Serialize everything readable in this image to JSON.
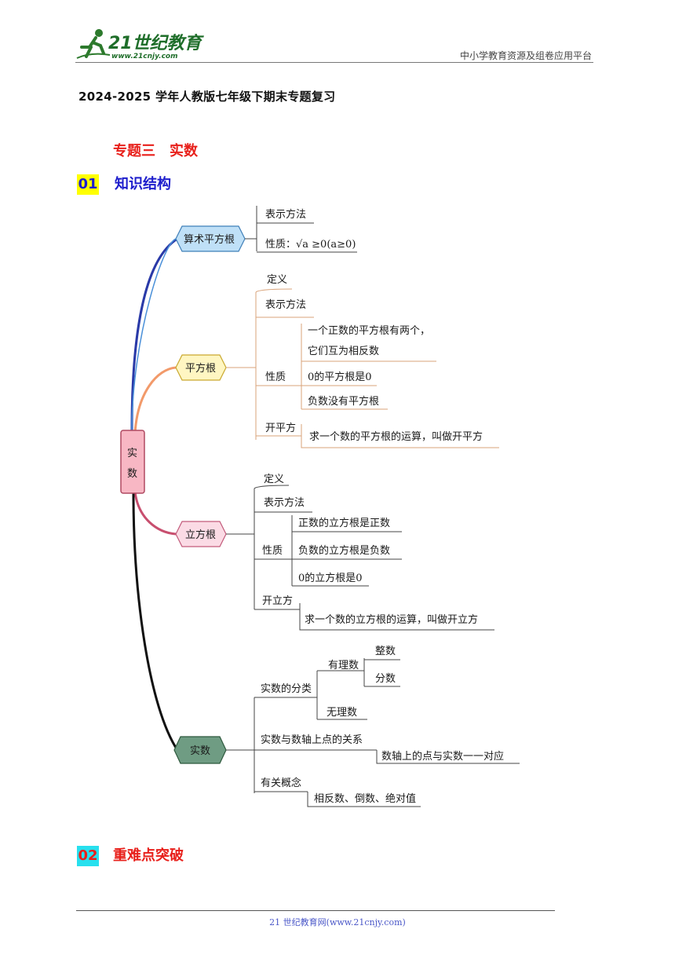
{
  "header": {
    "logo_text": "21世纪教育",
    "logo_url_text": "www.21cnjy.com",
    "tagline": "中小学教育资源及组卷应用平台"
  },
  "document": {
    "title": "2024-2025 学年人教版七年级下期末专题复习",
    "topic": "专题三　实数"
  },
  "sections": [
    {
      "number": "01",
      "title": "知识结构"
    },
    {
      "number": "02",
      "title": "重难点突破"
    }
  ],
  "mindmap": {
    "root": "实数",
    "branches": [
      {
        "label": "算术平方根",
        "color": "#bfe0f7",
        "items": {
          "repr": "表示方法",
          "property": "性质：√a ≥0(a≥0)"
        }
      },
      {
        "label": "平方根",
        "color": "#fff6c2",
        "items": {
          "definition": "定义",
          "repr": "表示方法",
          "property": "性质",
          "prop_1a": "一个正数的平方根有两个，",
          "prop_1b": "它们互为相反数",
          "prop_2": "0的平方根是0",
          "prop_3": "负数没有平方根",
          "op": "开平方",
          "op_desc": "求一个数的平方根的运算，叫做开平方"
        }
      },
      {
        "label": "立方根",
        "color": "#fbdbe5",
        "items": {
          "definition": "定义",
          "repr": "表示方法",
          "property": "性质",
          "prop_1": "正数的立方根是正数",
          "prop_2": "负数的立方根是负数",
          "prop_3": "0的立方根是0",
          "op": "开立方",
          "op_desc": "求一个数的立方根的运算，叫做开立方"
        }
      },
      {
        "label": "实数",
        "color": "#6f9c83",
        "items": {
          "classification": "实数的分类",
          "rational": "有理数",
          "integer": "整数",
          "fraction": "分数",
          "irrational": "无理数",
          "axis_relation": "实数与数轴上点的关系",
          "axis_desc": "数轴上的点与实数一一对应",
          "concepts": "有关概念",
          "concepts_desc": "相反数、倒数、绝对值"
        }
      }
    ]
  },
  "footer": {
    "text": "21 世纪教育网(www.21cnjy.com)"
  },
  "colors": {
    "red": "#e8201b",
    "blue": "#1d1dcc",
    "yellow": "#ffff00",
    "cyan": "#27e0ee"
  }
}
